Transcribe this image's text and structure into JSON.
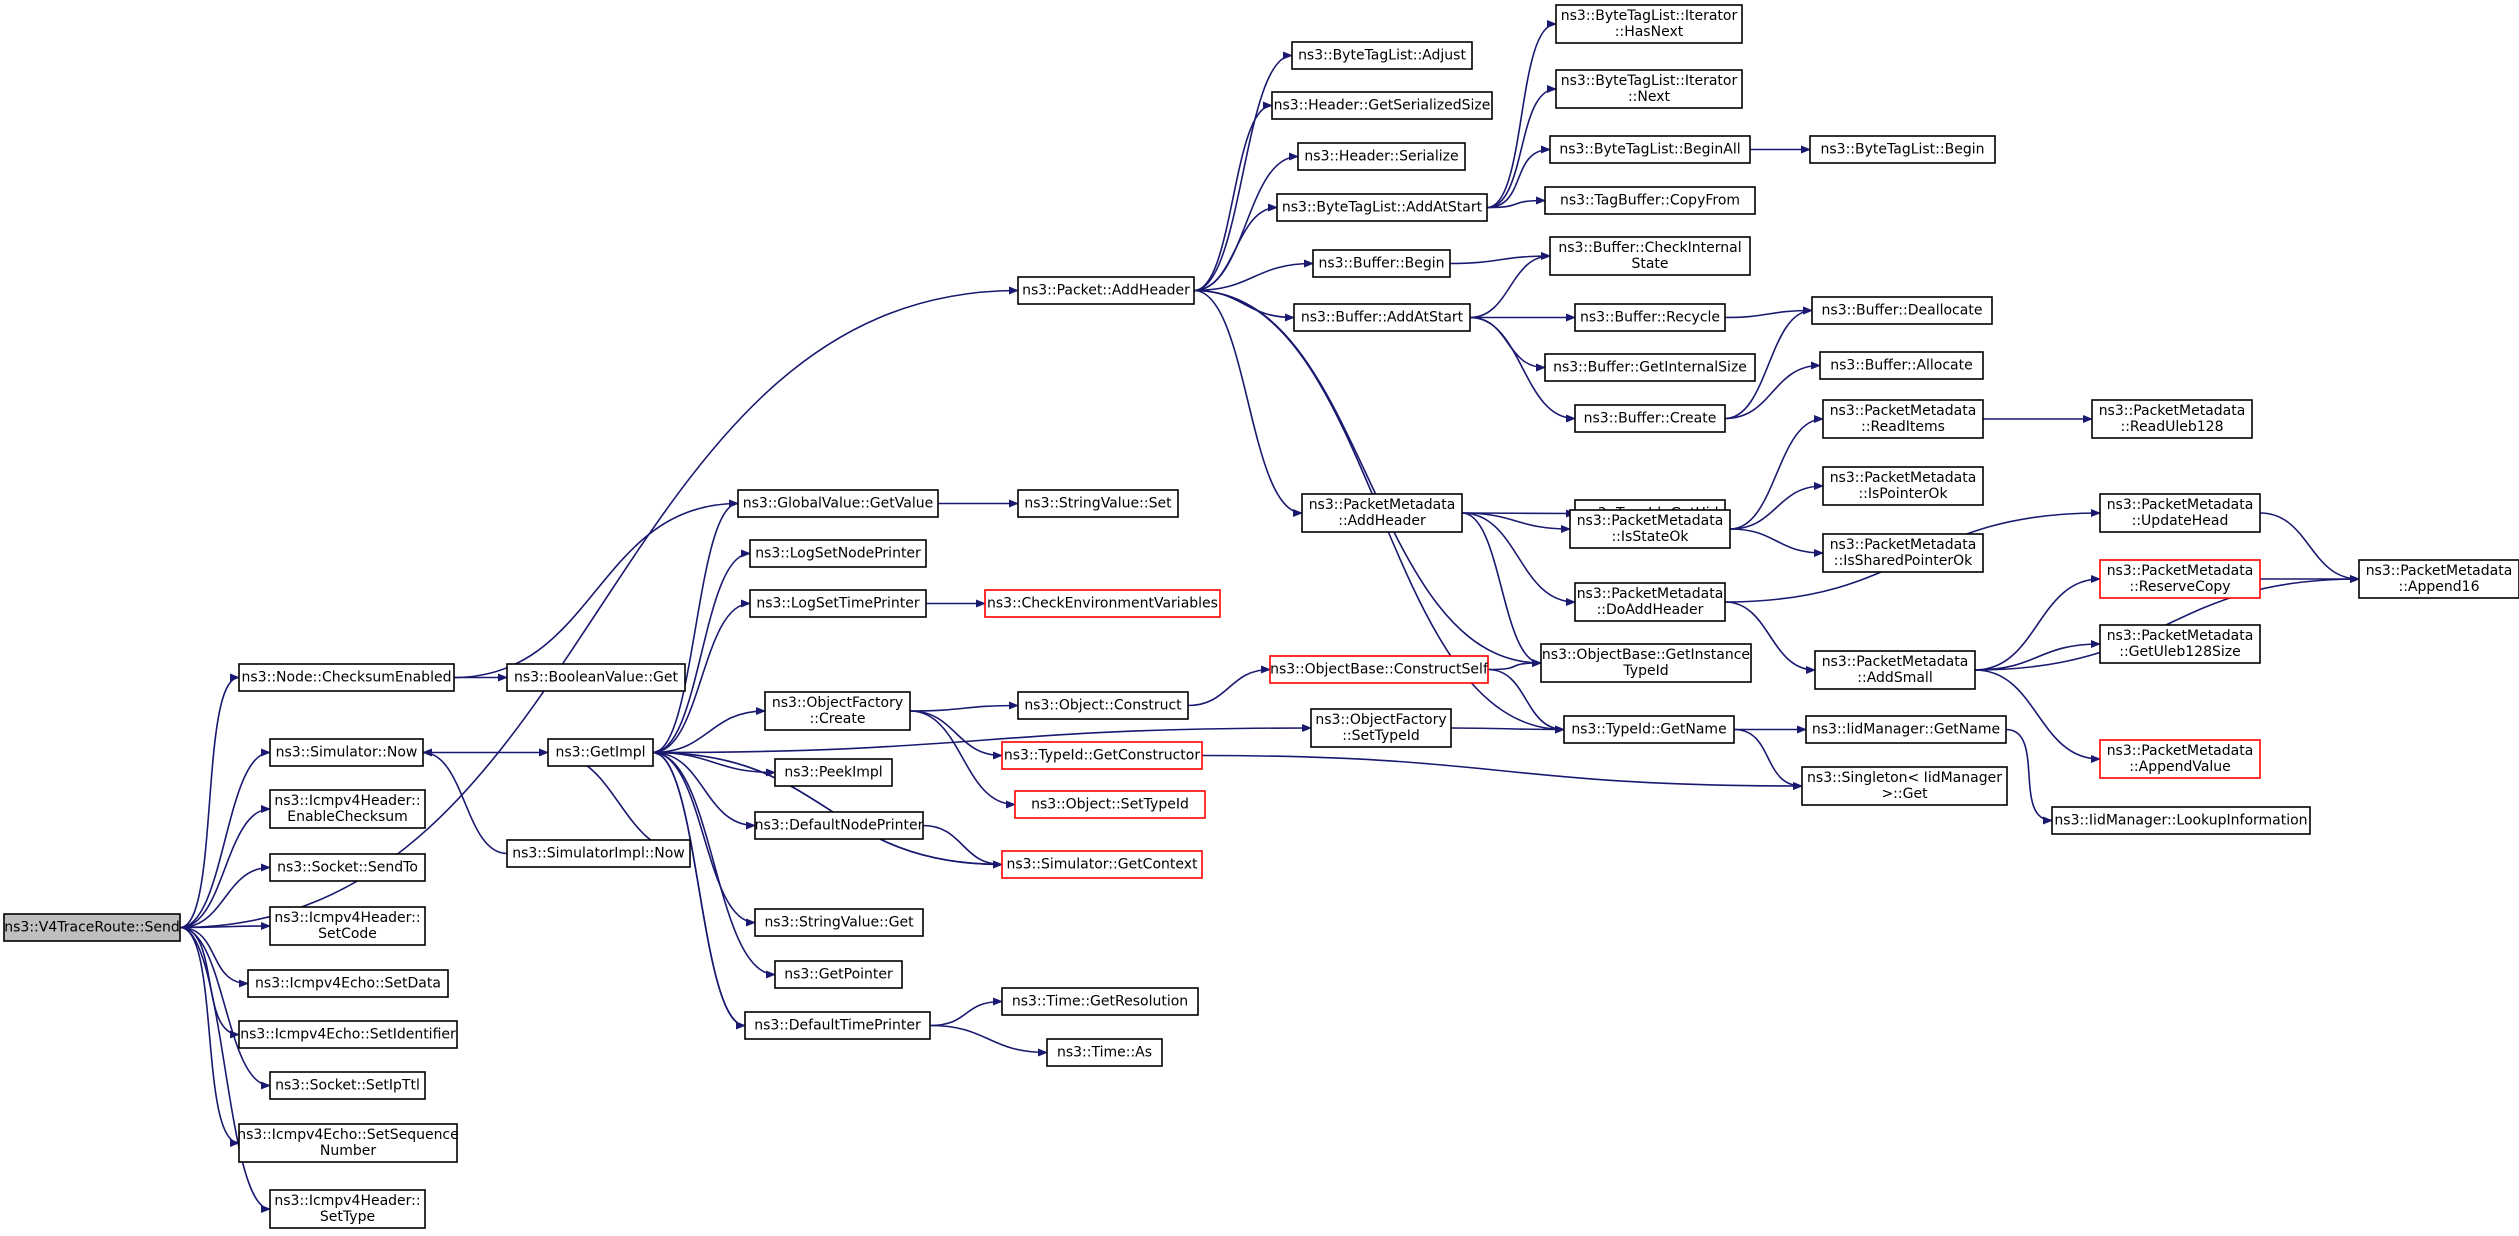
{
  "colors": {
    "edge": "#191970",
    "border": "#000000",
    "red_border": "#ff0000",
    "root_fill": "#bfbfbf",
    "background": "#ffffff"
  },
  "nodes": [
    {
      "id": "send",
      "lines": [
        "ns3::V4TraceRoute::Send"
      ],
      "root": true
    },
    {
      "id": "addheader",
      "lines": [
        "ns3::Packet::AddHeader"
      ]
    },
    {
      "id": "checksum",
      "lines": [
        "ns3::Node::ChecksumEnabled"
      ]
    },
    {
      "id": "simnow",
      "lines": [
        "ns3::Simulator::Now"
      ]
    },
    {
      "id": "enablecs",
      "lines": [
        "ns3::Icmpv4Header::",
        "EnableChecksum"
      ]
    },
    {
      "id": "sendto",
      "lines": [
        "ns3::Socket::SendTo"
      ]
    },
    {
      "id": "setcode",
      "lines": [
        "ns3::Icmpv4Header::",
        "SetCode"
      ]
    },
    {
      "id": "setdata",
      "lines": [
        "ns3::Icmpv4Echo::SetData"
      ]
    },
    {
      "id": "setident",
      "lines": [
        "ns3::Icmpv4Echo::SetIdentifier"
      ]
    },
    {
      "id": "setipttl",
      "lines": [
        "ns3::Socket::SetIpTtl"
      ]
    },
    {
      "id": "setseq",
      "lines": [
        "ns3::Icmpv4Echo::SetSequence",
        "Number"
      ]
    },
    {
      "id": "settype",
      "lines": [
        "ns3::Icmpv4Header::",
        "SetType"
      ]
    },
    {
      "id": "btlAdjust",
      "lines": [
        "ns3::ByteTagList::Adjust"
      ]
    },
    {
      "id": "hdrGetSize",
      "lines": [
        "ns3::Header::GetSerializedSize"
      ]
    },
    {
      "id": "hdrSer",
      "lines": [
        "ns3::Header::Serialize"
      ]
    },
    {
      "id": "btlAddAtStart",
      "lines": [
        "ns3::ByteTagList::AddAtStart"
      ]
    },
    {
      "id": "bufBegin",
      "lines": [
        "ns3::Buffer::Begin"
      ]
    },
    {
      "id": "bufAddAtStart",
      "lines": [
        "ns3::Buffer::AddAtStart"
      ]
    },
    {
      "id": "pmAddHeader",
      "lines": [
        "ns3::PacketMetadata",
        "::AddHeader"
      ]
    },
    {
      "id": "btliHasNext",
      "lines": [
        "ns3::ByteTagList::Iterator",
        "::HasNext"
      ]
    },
    {
      "id": "btliNext",
      "lines": [
        "ns3::ByteTagList::Iterator",
        "::Next"
      ]
    },
    {
      "id": "btlBeginAll",
      "lines": [
        "ns3::ByteTagList::BeginAll"
      ]
    },
    {
      "id": "btlBegin",
      "lines": [
        "ns3::ByteTagList::Begin"
      ]
    },
    {
      "id": "tbCopyFrom",
      "lines": [
        "ns3::TagBuffer::CopyFrom"
      ]
    },
    {
      "id": "bufCheckInt",
      "lines": [
        "ns3::Buffer::CheckInternal",
        "State"
      ]
    },
    {
      "id": "bufRecycle",
      "lines": [
        "ns3::Buffer::Recycle"
      ]
    },
    {
      "id": "bufDealloc",
      "lines": [
        "ns3::Buffer::Deallocate"
      ]
    },
    {
      "id": "bufGetIntSize",
      "lines": [
        "ns3::Buffer::GetInternalSize"
      ]
    },
    {
      "id": "bufAlloc",
      "lines": [
        "ns3::Buffer::Allocate"
      ]
    },
    {
      "id": "bufCreate",
      "lines": [
        "ns3::Buffer::Create"
      ]
    },
    {
      "id": "pmReadItems",
      "lines": [
        "ns3::PacketMetadata",
        "::ReadItems"
      ]
    },
    {
      "id": "pmReadUleb",
      "lines": [
        "ns3::PacketMetadata",
        "::ReadUleb128"
      ]
    },
    {
      "id": "tidGetUid",
      "lines": [
        "ns3::TypeId::GetUid"
      ]
    },
    {
      "id": "pmIsStateOk",
      "lines": [
        "ns3::PacketMetadata",
        "::IsStateOk"
      ]
    },
    {
      "id": "pmIsPointerOk",
      "lines": [
        "ns3::PacketMetadata",
        "::IsPointerOk"
      ]
    },
    {
      "id": "pmIsShared",
      "lines": [
        "ns3::PacketMetadata",
        "::IsSharedPointerOk"
      ]
    },
    {
      "id": "pmUpdateHead",
      "lines": [
        "ns3::PacketMetadata",
        "::UpdateHead"
      ]
    },
    {
      "id": "pmAppend16",
      "lines": [
        "ns3::PacketMetadata",
        "::Append16"
      ]
    },
    {
      "id": "pmReserveCopy",
      "lines": [
        "ns3::PacketMetadata",
        "::ReserveCopy"
      ],
      "red": true
    },
    {
      "id": "pmDoAddHeader",
      "lines": [
        "ns3::PacketMetadata",
        "::DoAddHeader"
      ]
    },
    {
      "id": "obGetInstTid",
      "lines": [
        "ns3::ObjectBase::GetInstance",
        "TypeId"
      ]
    },
    {
      "id": "pmAddSmall",
      "lines": [
        "ns3::PacketMetadata",
        "::AddSmall"
      ]
    },
    {
      "id": "pmGetUlebSize",
      "lines": [
        "ns3::PacketMetadata",
        "::GetUleb128Size"
      ]
    },
    {
      "id": "pmAppendValue",
      "lines": [
        "ns3::PacketMetadata",
        "::AppendValue"
      ],
      "red": true
    },
    {
      "id": "gvGetValue",
      "lines": [
        "ns3::GlobalValue::GetValue"
      ]
    },
    {
      "id": "svSet",
      "lines": [
        "ns3::StringValue::Set"
      ]
    },
    {
      "id": "logSetNode",
      "lines": [
        "ns3::LogSetNodePrinter"
      ]
    },
    {
      "id": "logSetTime",
      "lines": [
        "ns3::LogSetTimePrinter"
      ]
    },
    {
      "id": "checkEnv",
      "lines": [
        "ns3::CheckEnvironmentVariables"
      ],
      "red": true
    },
    {
      "id": "boolGet",
      "lines": [
        "ns3::BooleanValue::Get"
      ]
    },
    {
      "id": "getImpl",
      "lines": [
        "ns3::GetImpl"
      ]
    },
    {
      "id": "ofCreate",
      "lines": [
        "ns3::ObjectFactory",
        "::Create"
      ]
    },
    {
      "id": "objConstruct",
      "lines": [
        "ns3::Object::Construct"
      ]
    },
    {
      "id": "obConstructSelf",
      "lines": [
        "ns3::ObjectBase::ConstructSelf"
      ],
      "red": true
    },
    {
      "id": "ofSetTypeId",
      "lines": [
        "ns3::ObjectFactory",
        "::SetTypeId"
      ]
    },
    {
      "id": "tidGetName",
      "lines": [
        "ns3::TypeId::GetName"
      ]
    },
    {
      "id": "iidGetName",
      "lines": [
        "ns3::IidManager::GetName"
      ]
    },
    {
      "id": "tidGetCtor",
      "lines": [
        "ns3::TypeId::GetConstructor"
      ],
      "red": true
    },
    {
      "id": "singletonGet",
      "lines": [
        "ns3::Singleton< IidManager",
        ">::Get"
      ]
    },
    {
      "id": "peekImpl",
      "lines": [
        "ns3::PeekImpl"
      ]
    },
    {
      "id": "objSetTid",
      "lines": [
        "ns3::Object::SetTypeId"
      ],
      "red": true
    },
    {
      "id": "simImplNow",
      "lines": [
        "ns3::SimulatorImpl::Now"
      ]
    },
    {
      "id": "defNodePrinter",
      "lines": [
        "ns3::DefaultNodePrinter"
      ]
    },
    {
      "id": "simGetContext",
      "lines": [
        "ns3::Simulator::GetContext"
      ],
      "red": true
    },
    {
      "id": "iidLookup",
      "lines": [
        "ns3::IidManager::LookupInformation"
      ]
    },
    {
      "id": "svGet",
      "lines": [
        "ns3::StringValue::Get"
      ]
    },
    {
      "id": "getPointer",
      "lines": [
        "ns3::GetPointer"
      ]
    },
    {
      "id": "defTimePrinter",
      "lines": [
        "ns3::DefaultTimePrinter"
      ]
    },
    {
      "id": "timeGetRes",
      "lines": [
        "ns3::Time::GetResolution"
      ]
    },
    {
      "id": "timeAs",
      "lines": [
        "ns3::Time::As"
      ]
    }
  ]
}
